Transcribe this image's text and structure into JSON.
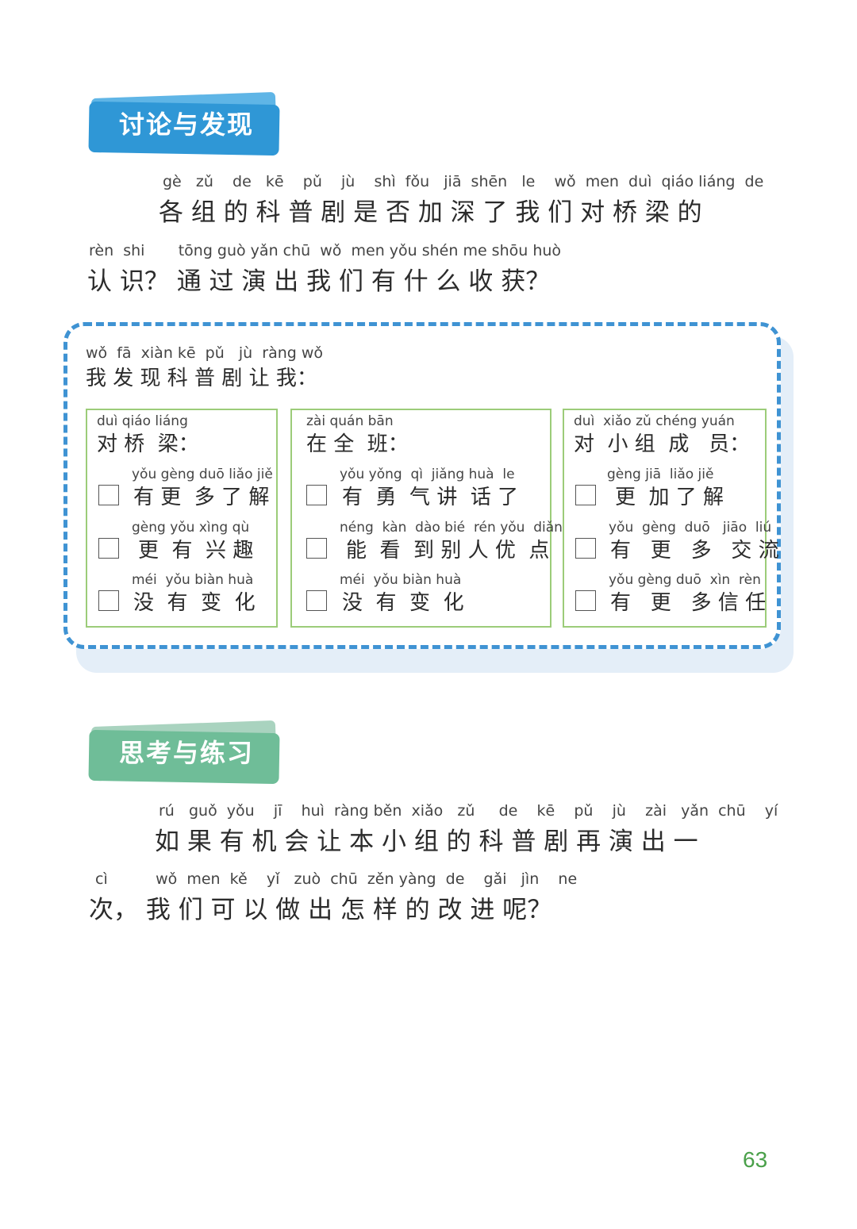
{
  "section1": {
    "title": "讨论与发现",
    "colors": {
      "back": "#5fb5e6",
      "front": "#2f97d6"
    }
  },
  "q1": {
    "line1": {
      "pinyin": "gè   zǔ    de   kē    pǔ    jù    shì  fǒu   jiā  shēn   le    wǒ  men  duì  qiáo liáng  de",
      "hanzi": "各 组 的 科 普 剧 是 否 加 深 了 我 们 对 桥 梁 的"
    },
    "line2": {
      "pinyin": "rèn  shi       tōng guò yǎn chū  wǒ  men yǒu shén me shōu huò",
      "hanzi": "认 识？ 通 过 演 出 我 们 有 什 么 收 获？"
    }
  },
  "discovery": {
    "pinyin": "wǒ  fā  xiàn kē  pǔ   jù  ràng wǒ",
    "hanzi": "我 发 现 科 普 剧 让 我："
  },
  "cards": [
    {
      "title_pinyin": "duì qiáo liáng",
      "title_hanzi": "对 桥  梁：",
      "options": [
        {
          "pinyin": "yǒu gèng duō liǎo jiě",
          "hanzi": "有 更  多 了 解"
        },
        {
          "pinyin": "gèng yǒu xìng qù",
          "hanzi": "更  有  兴 趣"
        },
        {
          "pinyin": "méi  yǒu biàn huà",
          "hanzi": "没  有  变  化"
        }
      ]
    },
    {
      "title_pinyin": "zài quán bān",
      "title_hanzi": "在 全  班：",
      "options": [
        {
          "pinyin": "yǒu yǒng  qì  jiǎng huà  le",
          "hanzi": "有  勇  气 讲  话 了"
        },
        {
          "pinyin": "néng  kàn  dào bié  rén yǒu  diǎn",
          "hanzi": "能  看  到 别 人 优  点"
        },
        {
          "pinyin": "méi  yǒu biàn huà",
          "hanzi": "没  有  变  化"
        }
      ]
    },
    {
      "title_pinyin": "duì  xiǎo zǔ chéng yuán",
      "title_hanzi": "对  小 组  成   员：",
      "options": [
        {
          "pinyin": "gèng jiā  liǎo jiě",
          "hanzi": "更  加 了 解"
        },
        {
          "pinyin": "yǒu  gèng  duō   jiāo  liú",
          "hanzi": "有   更   多   交 流"
        },
        {
          "pinyin": "yǒu gèng duō  xìn  rèn",
          "hanzi": "有   更   多 信 任"
        }
      ]
    }
  ],
  "section2": {
    "title": "思考与练习",
    "colors": {
      "back": "#a9d3bf",
      "front": "#6fbd98"
    }
  },
  "q2": {
    "line1": {
      "pinyin": "rú   guǒ  yǒu    jī    huì  ràng běn  xiǎo   zǔ     de    kē    pǔ    jù    zài   yǎn  chū    yí",
      "hanzi": "如 果 有 机 会 让 本 小 组 的 科 普 剧 再 演 出 一"
    },
    "line2": {
      "pinyin": "cì          wǒ  men  kě    yǐ   zuò  chū  zěn yàng  de    gǎi   jìn    ne",
      "hanzi": "次， 我 们 可 以 做 出 怎 样 的 改 进 呢？"
    }
  },
  "page_number": "63"
}
